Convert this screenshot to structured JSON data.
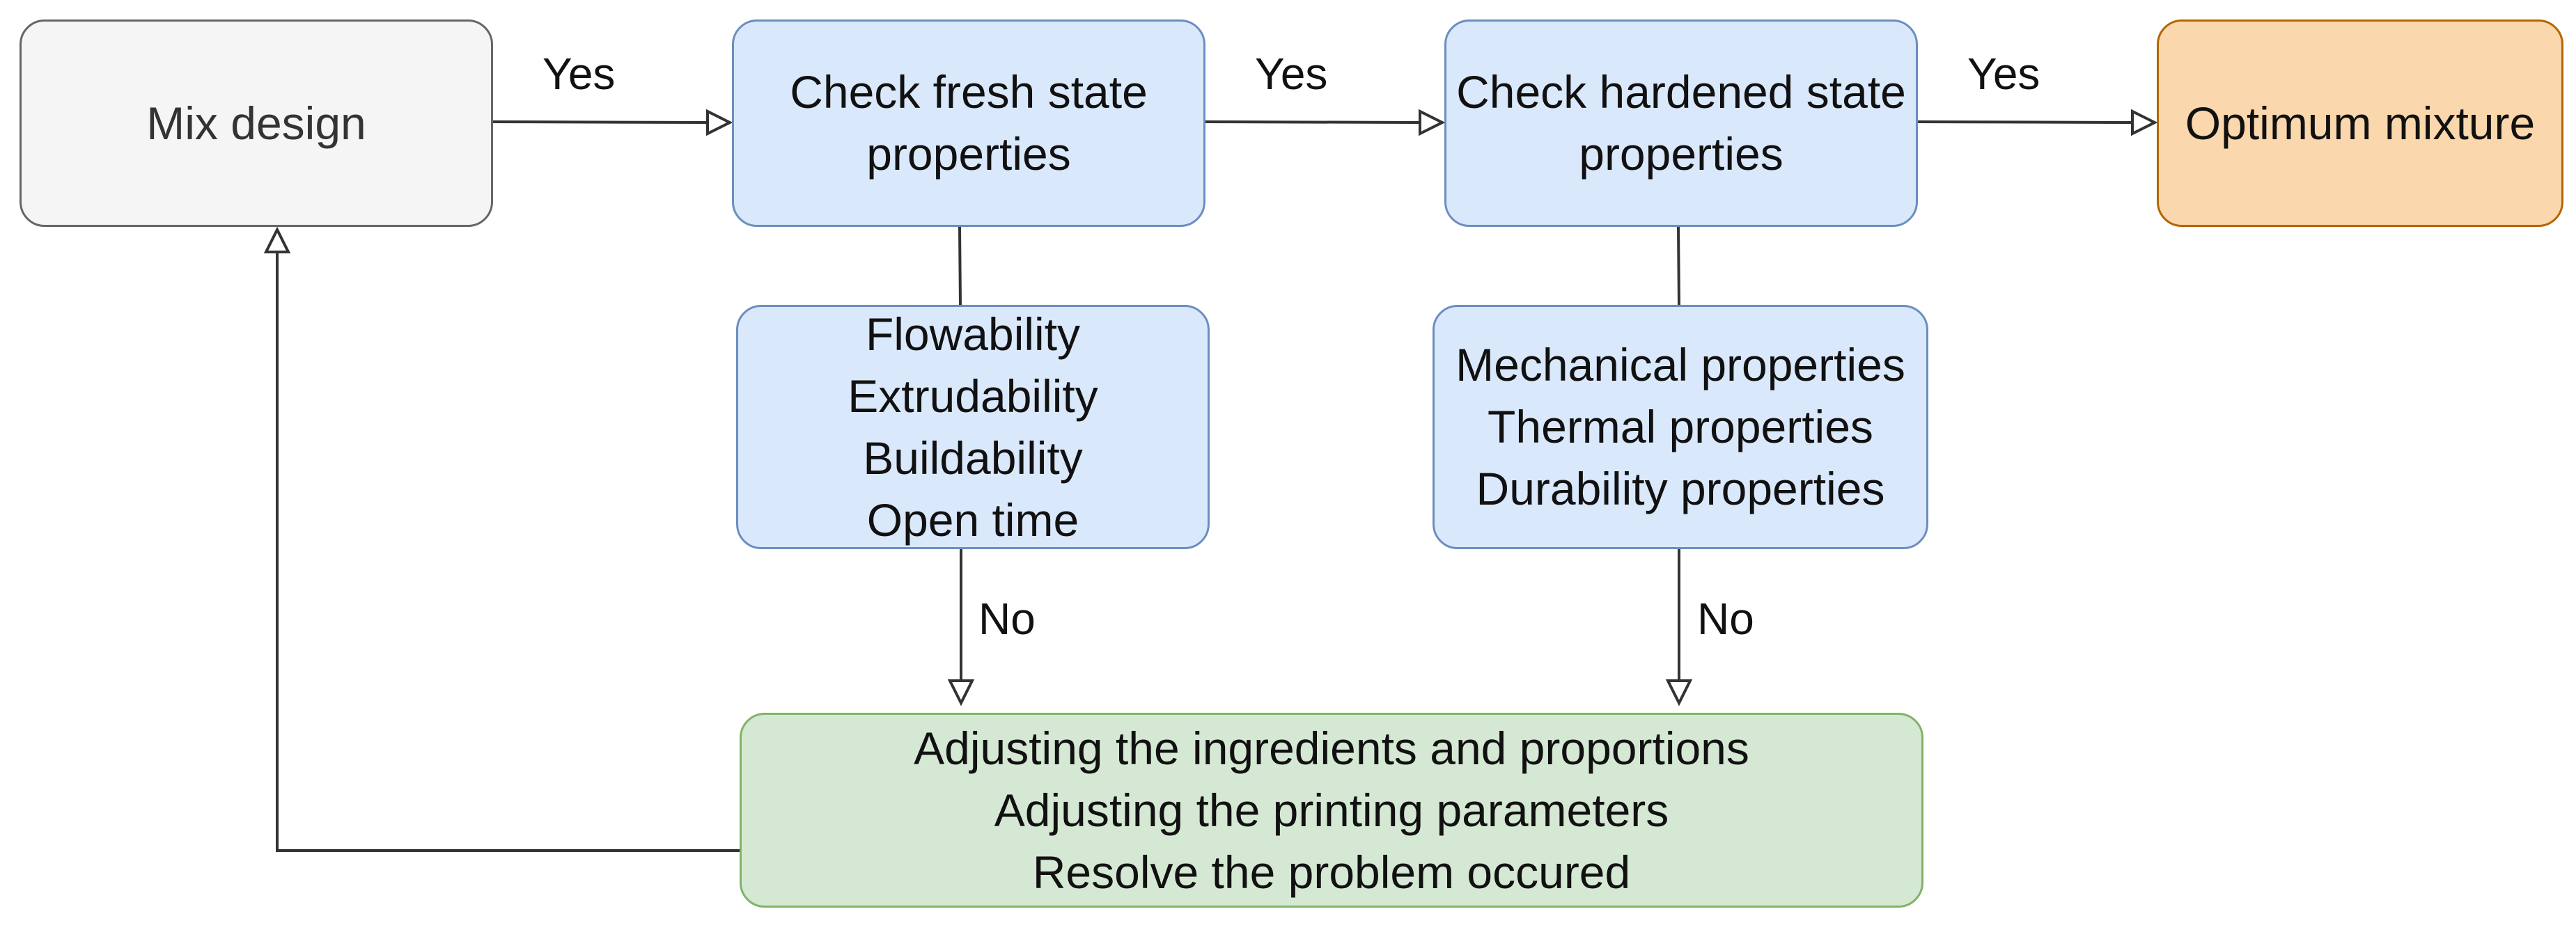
{
  "colors": {
    "neutral_fill": "#f5f5f5",
    "neutral_stroke": "#666666",
    "blue_fill": "#dae8fc",
    "blue_stroke": "#6c8ebf",
    "orange_fill": "#fad7ac",
    "orange_stroke": "#b46504",
    "green_fill": "#d5e8d4",
    "green_stroke": "#82b366",
    "line": "#333333"
  },
  "nodes": {
    "mix_design": {
      "lines": [
        "Mix design"
      ]
    },
    "fresh_check": {
      "lines": [
        "Check fresh state",
        "properties"
      ]
    },
    "hardened_check": {
      "lines": [
        "Check hardened state",
        "properties"
      ]
    },
    "optimum": {
      "lines": [
        "Optimum mixture"
      ]
    },
    "fresh_props": {
      "lines": [
        "Flowability",
        "Extrudability",
        "Buildability",
        "Open time"
      ]
    },
    "hardened_props": {
      "lines": [
        "Mechanical properties",
        "Thermal properties",
        "Durability properties"
      ]
    },
    "adjust": {
      "lines": [
        "Adjusting the ingredients and proportions",
        "Adjusting the printing parameters",
        "Resolve the problem occured"
      ]
    }
  },
  "edge_labels": {
    "mix_to_fresh": "Yes",
    "fresh_to_hardened": "Yes",
    "hardened_to_optimum": "Yes",
    "fresh_to_adjust": "No",
    "hardened_to_adjust": "No"
  }
}
